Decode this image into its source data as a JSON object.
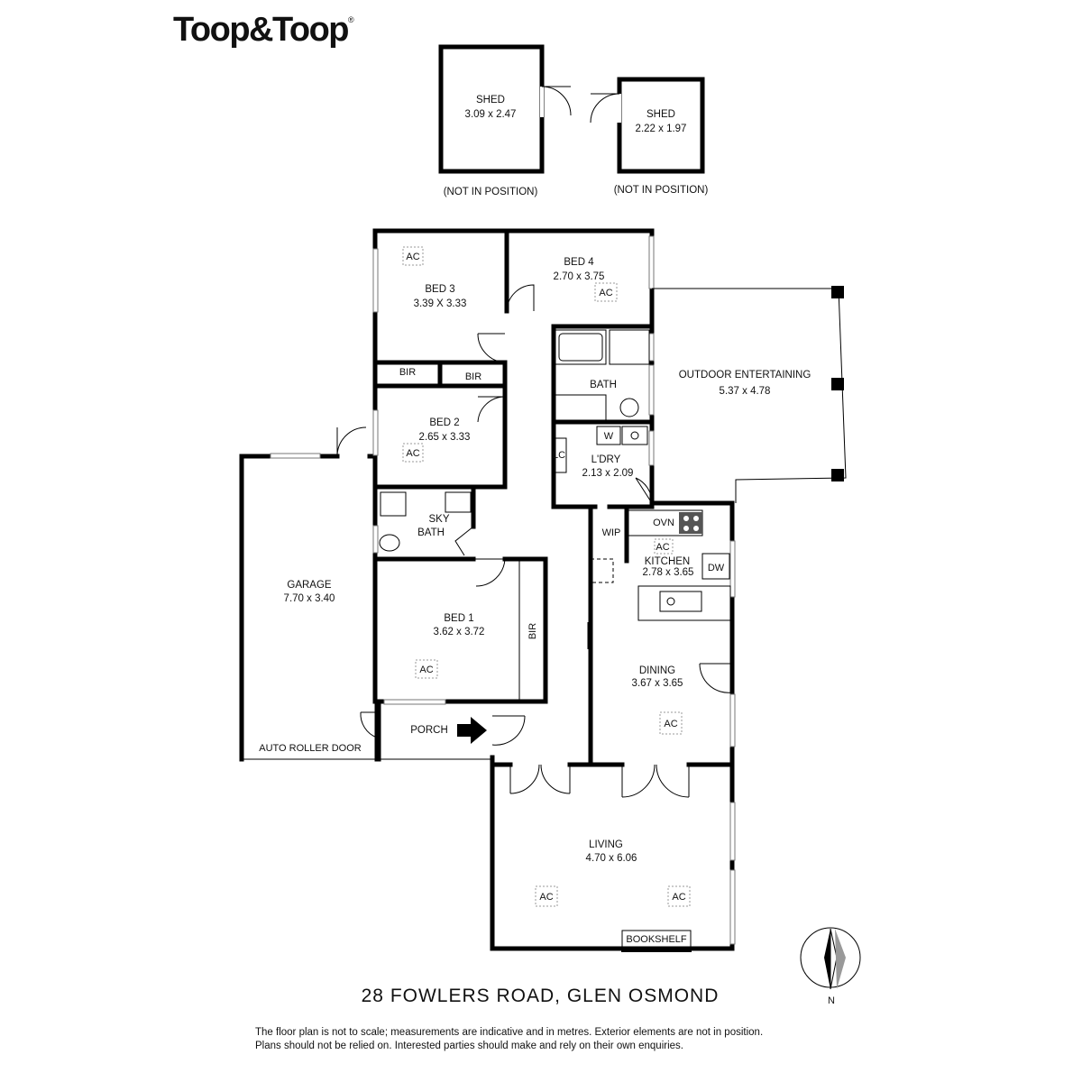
{
  "brand": {
    "name": "Toop&Toop",
    "mark": "®"
  },
  "sheds": [
    {
      "name": "SHED",
      "dims": "3.09 x 2.47",
      "note": "(NOT IN POSITION)"
    },
    {
      "name": "SHED",
      "dims": "2.22 x 1.97",
      "note": "(NOT IN POSITION)"
    }
  ],
  "rooms": {
    "bed3": {
      "name": "BED 3",
      "dims": "3.39 X 3.33"
    },
    "bed4": {
      "name": "BED 4",
      "dims": "2.70 x 3.75"
    },
    "bed2": {
      "name": "BED 2",
      "dims": "2.65 x 3.33"
    },
    "bed1": {
      "name": "BED 1",
      "dims": "3.62 x 3.72"
    },
    "bath": {
      "name": "BATH"
    },
    "laundry": {
      "name": "L'DRY",
      "dims": "2.13 x 2.09"
    },
    "outdoor": {
      "name": "OUTDOOR ENTERTAINING",
      "dims": "5.37 x 4.78"
    },
    "garage": {
      "name": "GARAGE",
      "dims": "7.70 x 3.40"
    },
    "kitchen": {
      "name": "KITCHEN",
      "dims": "2.78 x 3.65"
    },
    "dining": {
      "name": "DINING",
      "dims": "3.67 x 3.65"
    },
    "living": {
      "name": "LIVING",
      "dims": "4.70 x 6.06"
    },
    "porch": {
      "name": "PORCH"
    },
    "skybath_line1": "SKY",
    "skybath_line2": "BATH"
  },
  "fixtures": {
    "ac": "AC",
    "bir": "BIR",
    "lc": "LC",
    "wip": "WIP",
    "w": "W",
    "ovn": "OVN",
    "dw": "DW",
    "bookshelf": "BOOKSHELF",
    "auto_roller_door": "AUTO ROLLER DOOR"
  },
  "compass": {
    "label": "N"
  },
  "address": "28 FOWLERS ROAD, GLEN OSMOND",
  "disclaimer": {
    "line1": "The floor plan is not to scale; measurements are indicative and in metres. Exterior elements are not in position.",
    "line2": "Plans should not be relied on. Interested parties should make and rely on their own enquiries."
  }
}
